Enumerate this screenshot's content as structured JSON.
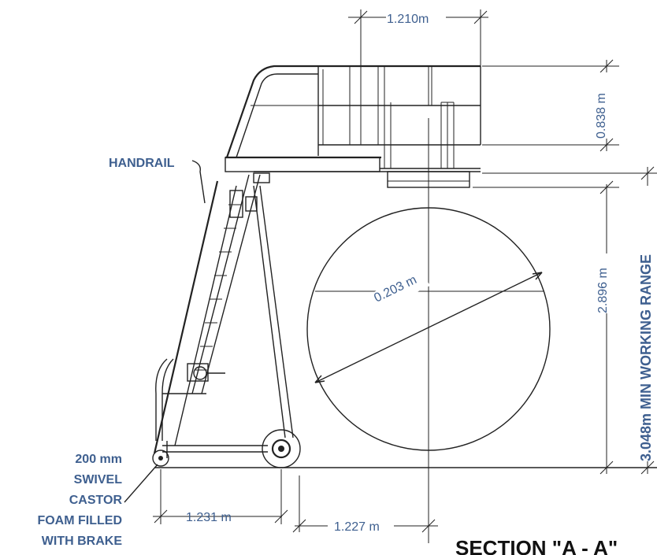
{
  "dimensions": {
    "top_width": "1.210m",
    "rail_height": "0.838 m",
    "diameter": "0.203 m",
    "height": "2.896 m",
    "working_range": "3.048m MIN WORKING RANGE",
    "base_left": "1.231 m",
    "base_right": "1.227 m"
  },
  "labels": {
    "handrail": "HANDRAIL",
    "castor": [
      "200 mm",
      "SWIVEL",
      "CASTOR",
      "FOAM FILLED",
      "WITH BRAKE"
    ]
  },
  "section_title": "SECTION \"A - A\""
}
